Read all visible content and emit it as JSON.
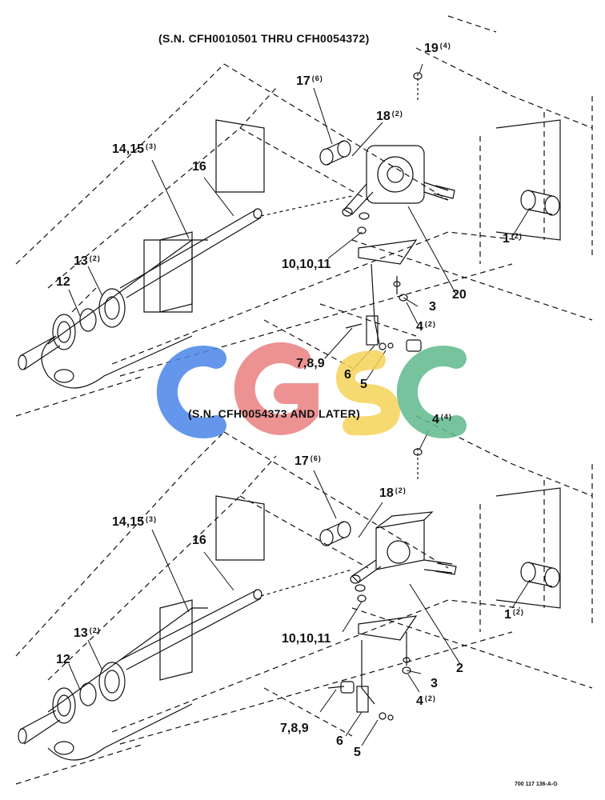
{
  "top_view": {
    "title": "(S.N. CFH0010501 THRU CFH0054372)",
    "callouts": [
      {
        "id": "t19",
        "label": "19",
        "qty": "(4)"
      },
      {
        "id": "t17",
        "label": "17",
        "qty": "(6)"
      },
      {
        "id": "t18",
        "label": "18",
        "qty": "(2)"
      },
      {
        "id": "t14",
        "label": "14,15",
        "qty": "(3)"
      },
      {
        "id": "t16",
        "label": "16",
        "qty": ""
      },
      {
        "id": "t13",
        "label": "13",
        "qty": "(2)"
      },
      {
        "id": "t12",
        "label": "12",
        "qty": ""
      },
      {
        "id": "t1",
        "label": "1",
        "qty": "(2)"
      },
      {
        "id": "t10",
        "label": "10,10,11",
        "qty": ""
      },
      {
        "id": "t20",
        "label": "20",
        "qty": ""
      },
      {
        "id": "t3",
        "label": "3",
        "qty": ""
      },
      {
        "id": "t4",
        "label": "4",
        "qty": "(2)"
      },
      {
        "id": "t7",
        "label": "7,8,9",
        "qty": ""
      },
      {
        "id": "t6",
        "label": "6",
        "qty": ""
      },
      {
        "id": "t5",
        "label": "5",
        "qty": ""
      }
    ]
  },
  "bottom_view": {
    "title": "(S.N. CFH0054373 AND LATER)",
    "callouts": [
      {
        "id": "b4a",
        "label": "4",
        "qty": "(4)"
      },
      {
        "id": "b17",
        "label": "17",
        "qty": "(6)"
      },
      {
        "id": "b18",
        "label": "18",
        "qty": "(2)"
      },
      {
        "id": "b14",
        "label": "14,15",
        "qty": "(3)"
      },
      {
        "id": "b16",
        "label": "16",
        "qty": ""
      },
      {
        "id": "b13",
        "label": "13",
        "qty": "(2)"
      },
      {
        "id": "b12",
        "label": "12",
        "qty": ""
      },
      {
        "id": "b1",
        "label": "1",
        "qty": "(2)"
      },
      {
        "id": "b10",
        "label": "10,10,11",
        "qty": ""
      },
      {
        "id": "b2",
        "label": "2",
        "qty": ""
      },
      {
        "id": "b3",
        "label": "3",
        "qty": ""
      },
      {
        "id": "b4b",
        "label": "4",
        "qty": "(2)"
      },
      {
        "id": "b7",
        "label": "7,8,9",
        "qty": ""
      },
      {
        "id": "b6",
        "label": "6",
        "qty": ""
      },
      {
        "id": "b5",
        "label": "5",
        "qty": ""
      }
    ]
  },
  "part_number": "700 117 136-A-G",
  "watermark": {
    "text": "CGSC",
    "colors": [
      "#4a86e8",
      "#ea7f7f",
      "#f6d35a",
      "#5fb98c"
    ]
  }
}
